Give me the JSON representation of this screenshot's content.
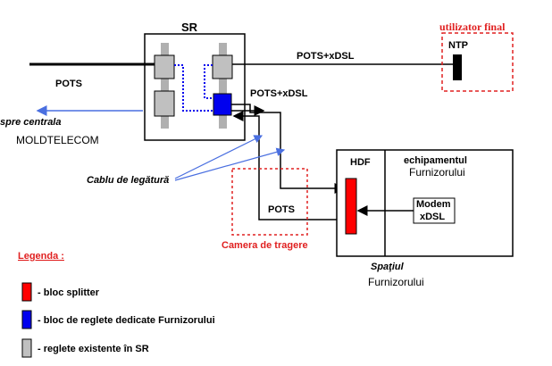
{
  "colors": {
    "splitter": "#ff0000",
    "dedicated_block": "#0000ee",
    "existing_block": "#c0c0c0",
    "arrow_blue": "#4a6fe0",
    "dashed_red": "#e02020"
  },
  "sr": {
    "title": "SR"
  },
  "lines": {
    "pots_left": "POTS",
    "pots_xdsl_top": "POTS+xDSL",
    "pots_xdsl_mid": "POTS+xDSL",
    "pots_bottom": "POTS"
  },
  "central": {
    "line1": "spre centrala",
    "line2": "MOLDTELECOM"
  },
  "end_user": {
    "label": "utilizator final",
    "ntp": "NTP"
  },
  "cable": {
    "label": "Cablu de legătură"
  },
  "chamber": {
    "label": "Camera de tragere"
  },
  "provider_box": {
    "hdf": "HDF",
    "equipment_line1": "echipamentul",
    "equipment_line2": "Furnizorului",
    "modem_line1": "Modem",
    "modem_line2": "xDSL"
  },
  "space": {
    "line1": "Spaţiul",
    "line2": "Furnizorului"
  },
  "legend": {
    "title": "Legenda :",
    "items": [
      {
        "icon": "red-block",
        "text": "- bloc splitter"
      },
      {
        "icon": "blue-block",
        "text": "- bloc de reglete dedicate Furnizorului"
      },
      {
        "icon": "gray-block",
        "text": "- reglete existente în SR"
      }
    ]
  }
}
